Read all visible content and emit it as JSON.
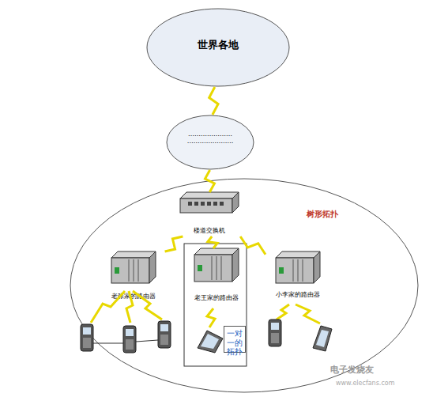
{
  "diagram": {
    "nodes": [
      {
        "text": [
          "世界各地"
        ]
      },
      {
        "text": [
          "………………… …………………."
        ]
      },
      {
        "text": [
          "树形拓扑"
        ]
      },
      {
        "text": [
          "楼道交换机"
        ],
        "in": 2
      },
      {
        "text": [
          "老张家的路由器"
        ],
        "in": 2
      },
      {
        "text": [
          "老王家的路由器"
        ],
        "in": 2
      },
      {
        "text": [
          "小李家的路由器"
        ],
        "in": 2
      },
      {
        "text": [
          "一对一的拓扑"
        ],
        "in": 2
      }
    ],
    "edges": [
      {
        "from": 0,
        "to": 1,
        "arrow": "none"
      },
      {
        "from": 1,
        "to": 3,
        "arrow": "none"
      },
      {
        "from": 3,
        "to": 4,
        "arrow": "none"
      },
      {
        "from": 3,
        "to": 5,
        "arrow": "none"
      },
      {
        "from": 3,
        "to": 6,
        "arrow": "none"
      }
    ],
    "labels": [
      "电子发烧友",
      "www.elecfans.com"
    ]
  }
}
